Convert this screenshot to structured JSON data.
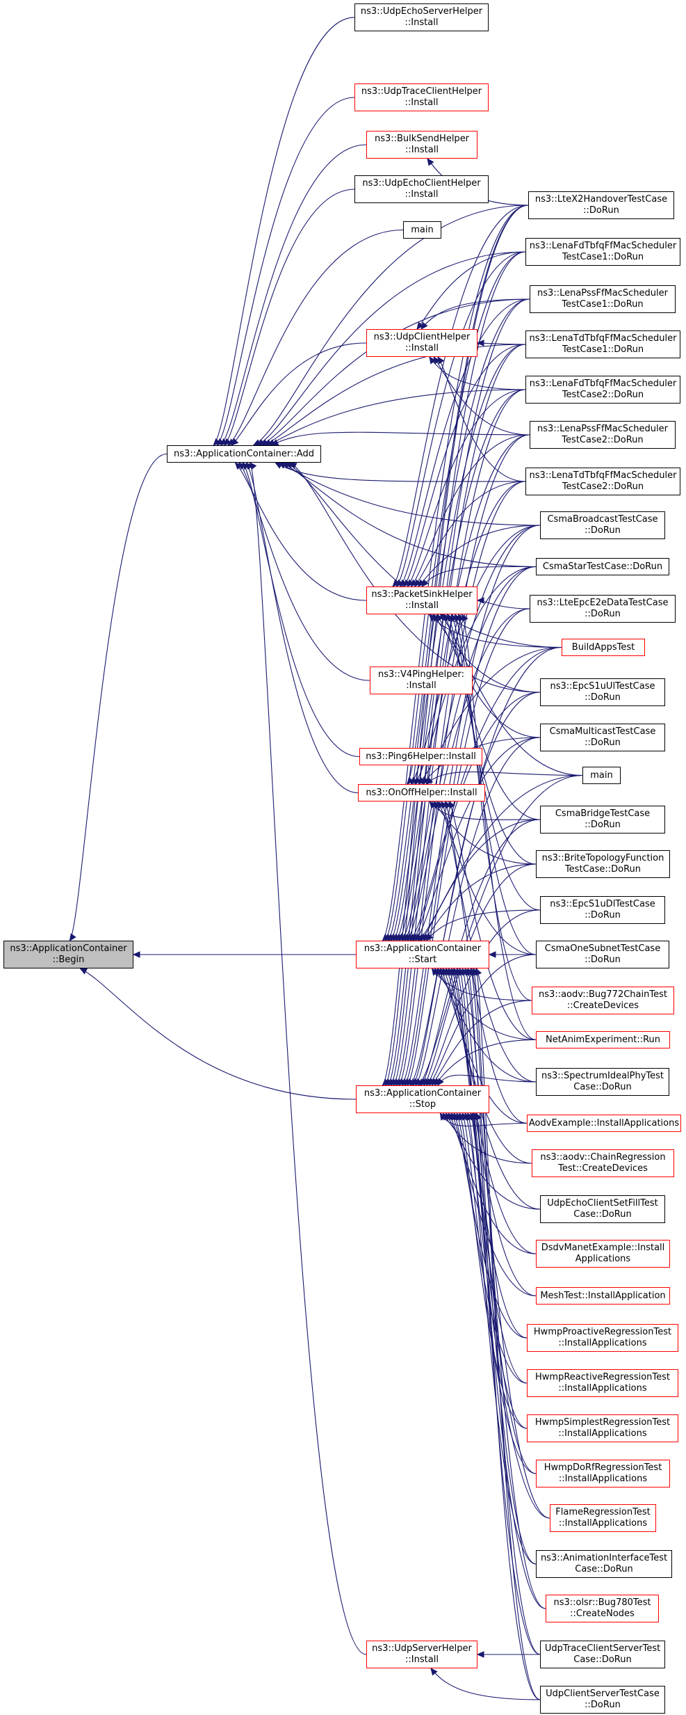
{
  "diagram": {
    "type": "caller-graph",
    "edge_color": "#191970",
    "focus_fill": "#bfbfbf",
    "nodes": {
      "begin": {
        "label": "ns3::ApplicationContainer\n::Begin",
        "border": "black",
        "focus": true
      },
      "add": {
        "label": "ns3::ApplicationContainer::Add",
        "border": "black"
      },
      "start": {
        "label": "ns3::ApplicationContainer\n::Start",
        "border": "red"
      },
      "stop": {
        "label": "ns3::ApplicationContainer\n::Stop",
        "border": "red"
      },
      "udpEchoServer": {
        "label": "ns3::UdpEchoServerHelper\n::Install",
        "border": "black"
      },
      "udpTraceClient": {
        "label": "ns3::UdpTraceClientHelper\n::Install",
        "border": "red"
      },
      "bulkSend": {
        "label": "ns3::BulkSendHelper\n::Install",
        "border": "red"
      },
      "udpEchoClient": {
        "label": "ns3::UdpEchoClientHelper\n::Install",
        "border": "black"
      },
      "mainTop": {
        "label": "main",
        "border": "black"
      },
      "udpClient": {
        "label": "ns3::UdpClientHelper\n::Install",
        "border": "red"
      },
      "packetSink": {
        "label": "ns3::PacketSinkHelper\n::Install",
        "border": "red"
      },
      "v4ping": {
        "label": "ns3::V4PingHelper:\n:Install",
        "border": "red"
      },
      "ping6": {
        "label": "ns3::Ping6Helper::Install",
        "border": "red"
      },
      "onoff": {
        "label": "ns3::OnOffHelper::Install",
        "border": "red"
      },
      "udpServer": {
        "label": "ns3::UdpServerHelper\n::Install",
        "border": "red"
      },
      "lteX2": {
        "label": "ns3::LteX2HandoverTestCase\n::DoRun",
        "border": "black"
      },
      "lenaFdTbfq1": {
        "label": "ns3::LenaFdTbfqFfMacScheduler\nTestCase1::DoRun",
        "border": "black"
      },
      "lenaPss1": {
        "label": "ns3::LenaPssFfMacScheduler\nTestCase1::DoRun",
        "border": "black"
      },
      "lenaTdTbfq1": {
        "label": "ns3::LenaTdTbfqFfMacScheduler\nTestCase1::DoRun",
        "border": "black"
      },
      "lenaFdTbfq2": {
        "label": "ns3::LenaFdTbfqFfMacScheduler\nTestCase2::DoRun",
        "border": "black"
      },
      "lenaPss2": {
        "label": "ns3::LenaPssFfMacScheduler\nTestCase2::DoRun",
        "border": "black"
      },
      "lenaTdTbfq2": {
        "label": "ns3::LenaTdTbfqFfMacScheduler\nTestCase2::DoRun",
        "border": "black"
      },
      "csmaBroadcast": {
        "label": "CsmaBroadcastTestCase\n::DoRun",
        "border": "black"
      },
      "csmaStar": {
        "label": "CsmaStarTestCase::DoRun",
        "border": "black"
      },
      "lteEpcE2e": {
        "label": "ns3::LteEpcE2eDataTestCase\n::DoRun",
        "border": "black"
      },
      "buildApps": {
        "label": "BuildAppsTest",
        "border": "red"
      },
      "epcS1uUl": {
        "label": "ns3::EpcS1uUlTestCase\n::DoRun",
        "border": "black"
      },
      "csmaMulticast": {
        "label": "CsmaMulticastTestCase\n::DoRun",
        "border": "black"
      },
      "mainMid": {
        "label": "main",
        "border": "black"
      },
      "csmaBridge": {
        "label": "CsmaBridgeTestCase\n::DoRun",
        "border": "black"
      },
      "brite": {
        "label": "ns3::BriteTopologyFunction\nTestCase::DoRun",
        "border": "black"
      },
      "epcS1uDl": {
        "label": "ns3::EpcS1uDlTestCase\n::DoRun",
        "border": "black"
      },
      "csmaOneSubnet": {
        "label": "CsmaOneSubnetTestCase\n::DoRun",
        "border": "black"
      },
      "aodvBug772": {
        "label": "ns3::aodv::Bug772ChainTest\n::CreateDevices",
        "border": "red"
      },
      "netAnim": {
        "label": "NetAnimExperiment::Run",
        "border": "red"
      },
      "spectrumIdeal": {
        "label": "ns3::SpectrumIdealPhyTest\nCase::DoRun",
        "border": "black"
      },
      "aodvExample": {
        "label": "AodvExample::InstallApplications",
        "border": "red"
      },
      "aodvChain": {
        "label": "ns3::aodv::ChainRegression\nTest::CreateDevices",
        "border": "red"
      },
      "udpEchoFill": {
        "label": "UdpEchoClientSetFillTest\nCase::DoRun",
        "border": "black"
      },
      "dsdvManet": {
        "label": "DsdvManetExample::Install\nApplications",
        "border": "red"
      },
      "meshTest": {
        "label": "MeshTest::InstallApplication",
        "border": "red"
      },
      "hwmpProactive": {
        "label": "HwmpProactiveRegressionTest\n::InstallApplications",
        "border": "red"
      },
      "hwmpReactive": {
        "label": "HwmpReactiveRegressionTest\n::InstallApplications",
        "border": "red"
      },
      "hwmpSimplest": {
        "label": "HwmpSimplestRegressionTest\n::InstallApplications",
        "border": "red"
      },
      "hwmpDoRf": {
        "label": "HwmpDoRfRegressionTest\n::InstallApplications",
        "border": "red"
      },
      "flame": {
        "label": "FlameRegressionTest\n::InstallApplications",
        "border": "red"
      },
      "animIface": {
        "label": "ns3::AnimationInterfaceTest\nCase::DoRun",
        "border": "black"
      },
      "olsrBug780": {
        "label": "ns3::olsr::Bug780Test\n::CreateNodes",
        "border": "red"
      },
      "udpTraceCS": {
        "label": "UdpTraceClientServerTest\nCase::DoRun",
        "border": "black"
      },
      "udpClientServer": {
        "label": "UdpClientServerTestCase\n::DoRun",
        "border": "black"
      }
    },
    "edges": [
      [
        "add",
        "begin"
      ],
      [
        "start",
        "begin"
      ],
      [
        "stop",
        "begin"
      ],
      [
        "udpEchoServer",
        "add"
      ],
      [
        "udpTraceClient",
        "add"
      ],
      [
        "bulkSend",
        "add"
      ],
      [
        "udpEchoClient",
        "add"
      ],
      [
        "mainTop",
        "add"
      ],
      [
        "udpClient",
        "add"
      ],
      [
        "packetSink",
        "add"
      ],
      [
        "v4ping",
        "add"
      ],
      [
        "ping6",
        "add"
      ],
      [
        "onoff",
        "add"
      ],
      [
        "udpServer",
        "add"
      ],
      [
        "lteX2",
        "add"
      ],
      [
        "lenaFdTbfq1",
        "add"
      ],
      [
        "lenaPss1",
        "add"
      ],
      [
        "lenaTdTbfq1",
        "add"
      ],
      [
        "lenaFdTbfq2",
        "add"
      ],
      [
        "lenaPss2",
        "add"
      ],
      [
        "lenaTdTbfq2",
        "add"
      ],
      [
        "csmaBroadcast",
        "add"
      ],
      [
        "csmaStar",
        "add"
      ],
      [
        "buildApps",
        "add"
      ],
      [
        "epcS1uUl",
        "add"
      ],
      [
        "lteX2",
        "bulkSend"
      ],
      [
        "lenaFdTbfq1",
        "udpClient"
      ],
      [
        "lenaPss1",
        "udpClient"
      ],
      [
        "lenaTdTbfq1",
        "udpClient"
      ],
      [
        "lenaFdTbfq2",
        "udpClient"
      ],
      [
        "lenaPss2",
        "udpClient"
      ],
      [
        "lenaTdTbfq2",
        "udpClient"
      ],
      [
        "lteX2",
        "packetSink"
      ],
      [
        "lenaFdTbfq1",
        "packetSink"
      ],
      [
        "lenaPss1",
        "packetSink"
      ],
      [
        "lenaTdTbfq1",
        "packetSink"
      ],
      [
        "lenaFdTbfq2",
        "packetSink"
      ],
      [
        "lenaPss2",
        "packetSink"
      ],
      [
        "lenaTdTbfq2",
        "packetSink"
      ],
      [
        "csmaBroadcast",
        "packetSink"
      ],
      [
        "csmaStar",
        "packetSink"
      ],
      [
        "lteEpcE2e",
        "packetSink"
      ],
      [
        "buildApps",
        "packetSink"
      ],
      [
        "epcS1uUl",
        "packetSink"
      ],
      [
        "csmaMulticast",
        "packetSink"
      ],
      [
        "mainMid",
        "packetSink"
      ],
      [
        "csmaBridge",
        "packetSink"
      ],
      [
        "brite",
        "packetSink"
      ],
      [
        "epcS1uDl",
        "packetSink"
      ],
      [
        "csmaOneSubnet",
        "packetSink"
      ],
      [
        "aodvBug772",
        "packetSink"
      ],
      [
        "netAnim",
        "packetSink"
      ],
      [
        "lteX2",
        "onoff"
      ],
      [
        "csmaBroadcast",
        "onoff"
      ],
      [
        "csmaStar",
        "onoff"
      ],
      [
        "buildApps",
        "onoff"
      ],
      [
        "csmaMulticast",
        "onoff"
      ],
      [
        "mainMid",
        "onoff"
      ],
      [
        "csmaBridge",
        "onoff"
      ],
      [
        "brite",
        "onoff"
      ],
      [
        "csmaOneSubnet",
        "onoff"
      ],
      [
        "spectrumIdeal",
        "onoff"
      ],
      [
        "aodvExample",
        "onoff"
      ],
      [
        "netAnim",
        "onoff"
      ],
      [
        "lteX2",
        "start"
      ],
      [
        "lenaFdTbfq1",
        "start"
      ],
      [
        "lenaPss1",
        "start"
      ],
      [
        "lenaTdTbfq1",
        "start"
      ],
      [
        "lenaFdTbfq2",
        "start"
      ],
      [
        "lenaPss2",
        "start"
      ],
      [
        "lenaTdTbfq2",
        "start"
      ],
      [
        "csmaBroadcast",
        "start"
      ],
      [
        "csmaStar",
        "start"
      ],
      [
        "lteEpcE2e",
        "start"
      ],
      [
        "buildApps",
        "start"
      ],
      [
        "epcS1uUl",
        "start"
      ],
      [
        "csmaMulticast",
        "start"
      ],
      [
        "mainMid",
        "start"
      ],
      [
        "csmaBridge",
        "start"
      ],
      [
        "brite",
        "start"
      ],
      [
        "epcS1uDl",
        "start"
      ],
      [
        "csmaOneSubnet",
        "start"
      ],
      [
        "aodvBug772",
        "start"
      ],
      [
        "netAnim",
        "start"
      ],
      [
        "spectrumIdeal",
        "start"
      ],
      [
        "aodvExample",
        "start"
      ],
      [
        "aodvChain",
        "start"
      ],
      [
        "udpEchoFill",
        "start"
      ],
      [
        "dsdvManet",
        "start"
      ],
      [
        "meshTest",
        "start"
      ],
      [
        "hwmpProactive",
        "start"
      ],
      [
        "hwmpReactive",
        "start"
      ],
      [
        "hwmpSimplest",
        "start"
      ],
      [
        "hwmpDoRf",
        "start"
      ],
      [
        "flame",
        "start"
      ],
      [
        "animIface",
        "start"
      ],
      [
        "olsrBug780",
        "start"
      ],
      [
        "udpTraceCS",
        "start"
      ],
      [
        "udpClientServer",
        "start"
      ],
      [
        "lteX2",
        "stop"
      ],
      [
        "lenaFdTbfq1",
        "stop"
      ],
      [
        "lenaPss1",
        "stop"
      ],
      [
        "lenaTdTbfq1",
        "stop"
      ],
      [
        "lenaFdTbfq2",
        "stop"
      ],
      [
        "lenaPss2",
        "stop"
      ],
      [
        "lenaTdTbfq2",
        "stop"
      ],
      [
        "csmaBroadcast",
        "stop"
      ],
      [
        "csmaStar",
        "stop"
      ],
      [
        "lteEpcE2e",
        "stop"
      ],
      [
        "buildApps",
        "stop"
      ],
      [
        "epcS1uUl",
        "stop"
      ],
      [
        "csmaMulticast",
        "stop"
      ],
      [
        "mainMid",
        "stop"
      ],
      [
        "csmaBridge",
        "stop"
      ],
      [
        "brite",
        "stop"
      ],
      [
        "epcS1uDl",
        "stop"
      ],
      [
        "csmaOneSubnet",
        "stop"
      ],
      [
        "aodvBug772",
        "stop"
      ],
      [
        "netAnim",
        "stop"
      ],
      [
        "spectrumIdeal",
        "stop"
      ],
      [
        "aodvExample",
        "stop"
      ],
      [
        "aodvChain",
        "stop"
      ],
      [
        "udpEchoFill",
        "stop"
      ],
      [
        "dsdvManet",
        "stop"
      ],
      [
        "meshTest",
        "stop"
      ],
      [
        "hwmpProactive",
        "stop"
      ],
      [
        "hwmpReactive",
        "stop"
      ],
      [
        "hwmpSimplest",
        "stop"
      ],
      [
        "hwmpDoRf",
        "stop"
      ],
      [
        "flame",
        "stop"
      ],
      [
        "animIface",
        "stop"
      ],
      [
        "olsrBug780",
        "stop"
      ],
      [
        "udpTraceCS",
        "stop"
      ],
      [
        "udpClientServer",
        "stop"
      ],
      [
        "udpTraceCS",
        "udpServer"
      ],
      [
        "udpClientServer",
        "udpServer"
      ]
    ]
  }
}
